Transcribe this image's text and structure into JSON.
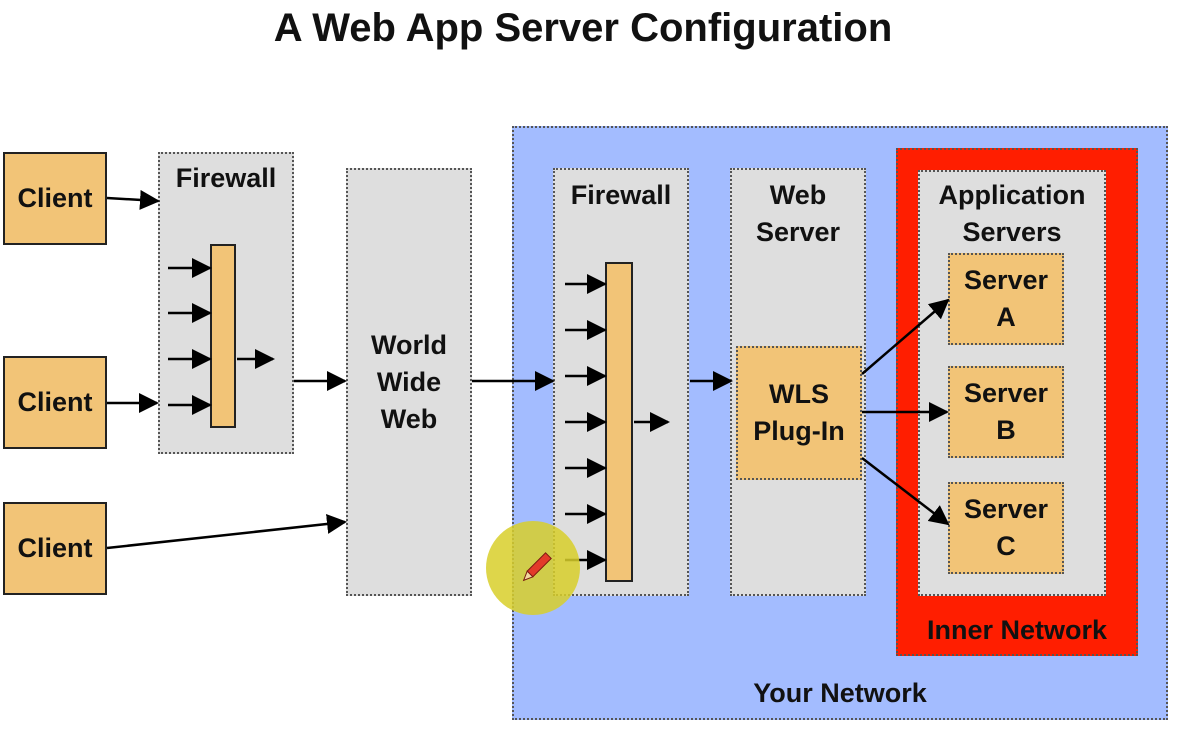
{
  "title": "A Web App Server Configuration",
  "labels": {
    "client": "Client",
    "firewall": "Firewall",
    "www": [
      "World",
      "Wide",
      "Web"
    ],
    "web_server": [
      "Web",
      "Server"
    ],
    "wls": [
      "WLS",
      "Plug-In"
    ],
    "app_servers": [
      "Application",
      "Servers"
    ],
    "server_a": [
      "Server",
      "A"
    ],
    "server_b": [
      "Server",
      "B"
    ],
    "server_c": [
      "Server",
      "C"
    ],
    "inner_network": "Inner Network",
    "your_network": "Your Network"
  },
  "colors": {
    "your_network": "#a3bcff",
    "inner_network": "#ff1e00",
    "component": "#f2c477",
    "panel": "#dedede",
    "cursor_highlight": "#d8cf2a"
  },
  "icons": [
    "pencil-cursor-icon"
  ]
}
